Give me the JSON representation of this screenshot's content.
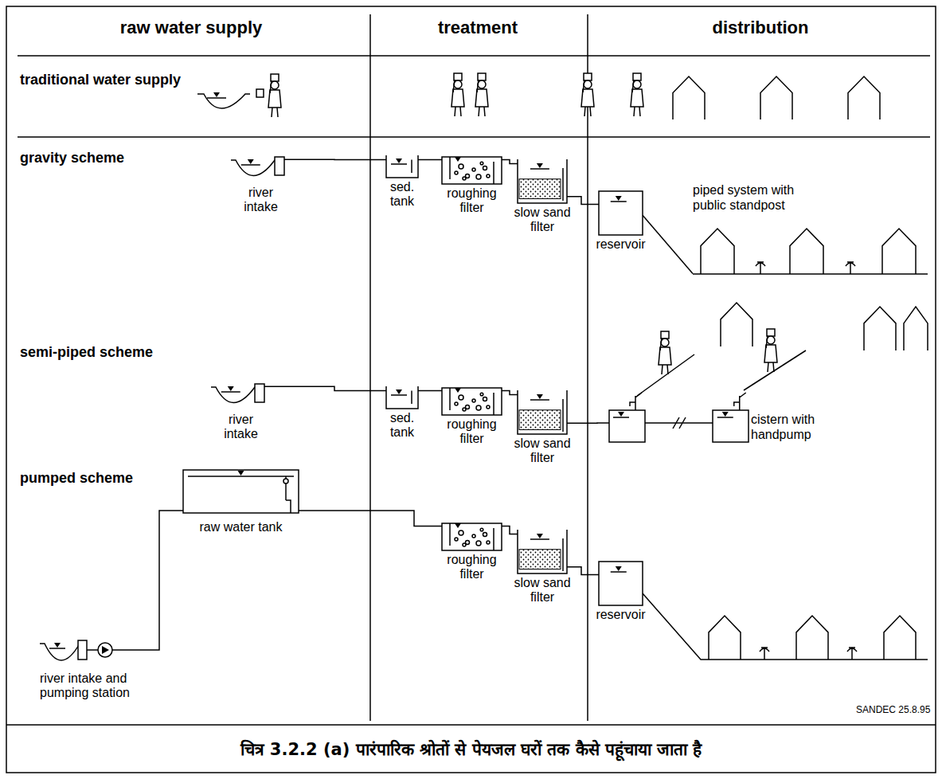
{
  "diagram": {
    "caption": "चित्र 3.2.2 (a) पारंपारिक श्रोतों से पेयजल घरों तक कैसे पहूंचाया जाता है",
    "nodes": [
      {
        "text": [
          "river intake"
        ]
      },
      {
        "text": [
          "sed. tank"
        ]
      },
      {
        "text": [
          "roughing filter"
        ]
      },
      {
        "text": [
          "slow sand filter"
        ]
      },
      {
        "text": [
          "reservoir"
        ]
      },
      {
        "text": [
          "piped system with public standpost"
        ]
      },
      {
        "text": [
          "river intake"
        ]
      },
      {
        "text": [
          "sed. tank"
        ]
      },
      {
        "text": [
          "roughing filter"
        ]
      },
      {
        "text": [
          "slow sand filter"
        ]
      },
      {
        "text": [
          "cistern with handpump"
        ]
      },
      {
        "text": [
          "river intake and pumping station"
        ]
      },
      {
        "text": [
          "raw water tank"
        ]
      },
      {
        "text": [
          "roughing filter"
        ]
      },
      {
        "text": [
          "slow sand filter"
        ]
      },
      {
        "text": [
          "reservoir"
        ]
      }
    ],
    "edges": [
      {
        "from": 0,
        "to": 1,
        "arrow": "none"
      },
      {
        "from": 1,
        "to": 2,
        "arrow": "none"
      },
      {
        "from": 2,
        "to": 3,
        "arrow": "none"
      },
      {
        "from": 3,
        "to": 4,
        "arrow": "none"
      },
      {
        "from": 4,
        "to": 5,
        "arrow": "none"
      },
      {
        "from": 6,
        "to": 7,
        "arrow": "none"
      },
      {
        "from": 7,
        "to": 8,
        "arrow": "none"
      },
      {
        "from": 8,
        "to": 9,
        "arrow": "none"
      },
      {
        "from": 9,
        "to": 10,
        "arrow": "none"
      },
      {
        "from": 11,
        "to": 12,
        "arrow": "none"
      },
      {
        "from": 12,
        "to": 13,
        "arrow": "none"
      },
      {
        "from": 13,
        "to": 14,
        "arrow": "none"
      },
      {
        "from": 14,
        "to": 15,
        "arrow": "none"
      }
    ],
    "labels": [
      "raw water supply",
      "treatment",
      "distribution",
      "traditional water supply",
      "gravity scheme",
      "semi-piped scheme",
      "pumped scheme",
      "SANDEC 25.8.95"
    ]
  }
}
